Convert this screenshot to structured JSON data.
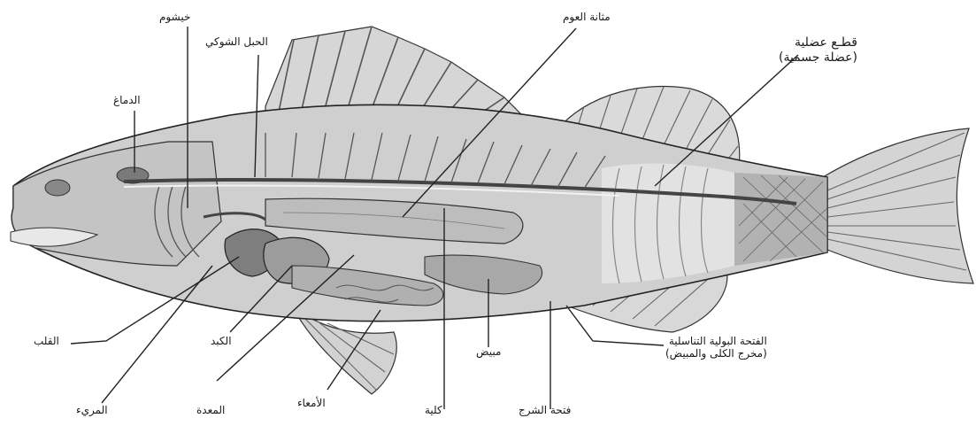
{
  "labels": {
    "gills": "خيشوم",
    "spinal_cord": "الحبل الشوكي",
    "swim_bladder": "مثانة العوم",
    "muscle_segments": "قطـع عضلية\n(عضلة جسمية)",
    "brain": "الدماغ",
    "heart": "القلب",
    "liver": "الكبد",
    "esophagus": "المريء",
    "stomach": "المعدة",
    "intestines": "الأمعاء",
    "kidney": "كلية",
    "ovary": "مبيض",
    "urogenital_opening": "الفتحة البولية التناسلية\n(مخرج الكلى والمبيض)",
    "anus": "فتحة الشرج"
  },
  "colors": {
    "ink": "#1a1a1a",
    "body": "#cfcfcf",
    "dark": "#8a8a8a",
    "mid": "#b3b3b3",
    "light": "#e6e6e6"
  }
}
